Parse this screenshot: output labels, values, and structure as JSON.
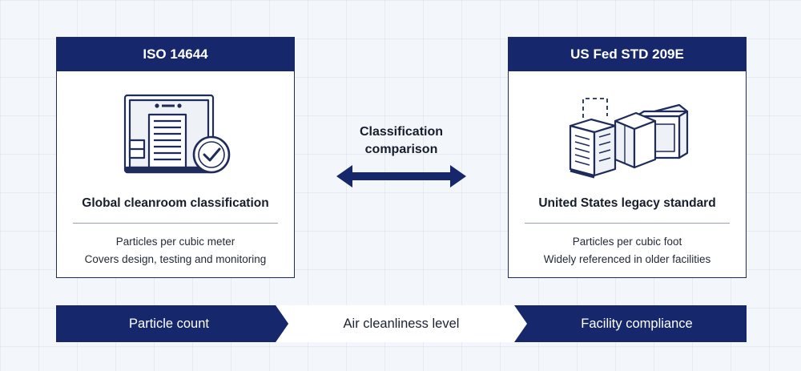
{
  "left_card": {
    "header": "ISO 14644",
    "title": "Global cleanroom classification",
    "lines": [
      "Particles per cubic meter",
      "Covers design, testing and monitoring"
    ]
  },
  "right_card": {
    "header": "US Fed STD 209E",
    "title": "United States legacy standard",
    "lines": [
      "Particles per cubic foot",
      "Widely referenced in older facilities"
    ]
  },
  "center": {
    "line1": "Classification",
    "line2": "comparison"
  },
  "bottom_bar": {
    "left": "Particle count",
    "middle": "Air cleanliness level",
    "right": "Facility compliance"
  },
  "colors": {
    "navy": "#16286b",
    "background": "#f3f6fa"
  }
}
